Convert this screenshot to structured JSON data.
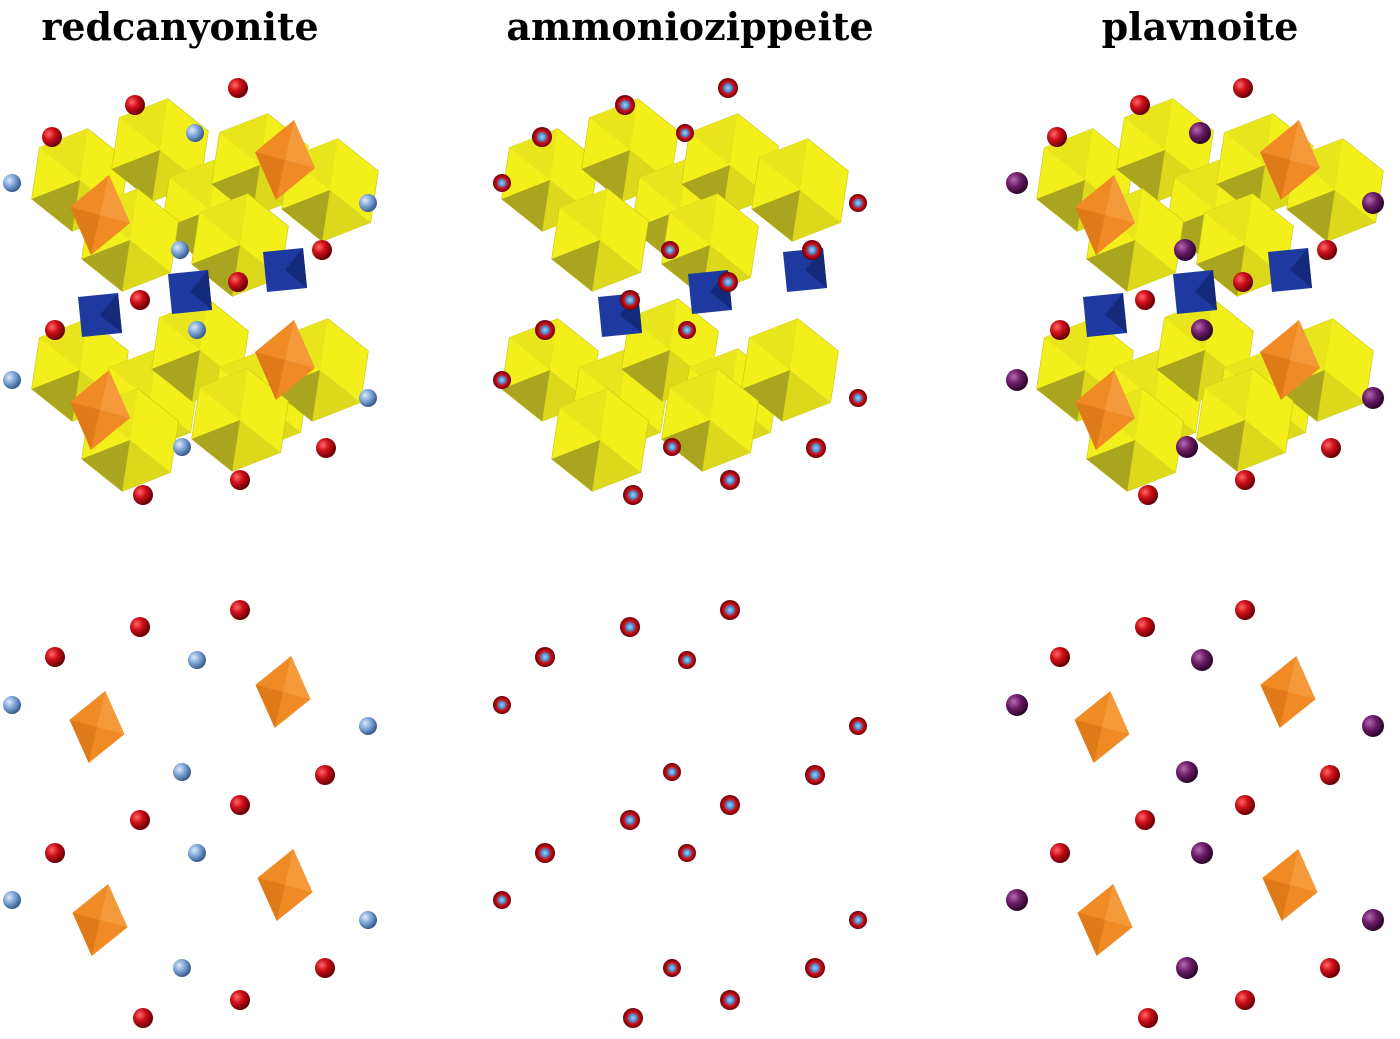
{
  "figure": {
    "panels": [
      {
        "title": "redcanyonite",
        "cation_icon": "light-blue-atom-icon",
        "cation_color": "#7fa6d8",
        "uranyl_polyhedra": "yellow-uranyl-polyhedra-icon",
        "extra_polyhedra": "orange-octahedra-icon",
        "sulfate_tetrahedra": "blue-tetrahedra-icon",
        "water_icon": "red-atom-icon"
      },
      {
        "title": "ammoniozippeite",
        "cation_icon": "ammonium-atom-icon",
        "cation_color": "#4a8fd0",
        "uranyl_polyhedra": "yellow-uranyl-polyhedra-icon",
        "sulfate_tetrahedra": "blue-tetrahedra-icon",
        "water_icon": "red-atom-icon"
      },
      {
        "title": "plavnoite",
        "cation_icon": "purple-atom-icon",
        "cation_color": "#6a1c66",
        "uranyl_polyhedra": "yellow-uranyl-polyhedra-icon",
        "extra_polyhedra": "orange-octahedra-icon",
        "sulfate_tetrahedra": "blue-tetrahedra-icon",
        "water_icon": "red-atom-icon"
      }
    ],
    "colors": {
      "uranyl_yellow": "#f2ef1a",
      "uranyl_dark": "#a9a51e",
      "orange": "#f08a24",
      "sulfate_blue": "#1e3aa0",
      "water_red": "#d0101a",
      "cation_blue": "#7fa6d8",
      "cation_purple": "#6a1c66"
    }
  }
}
